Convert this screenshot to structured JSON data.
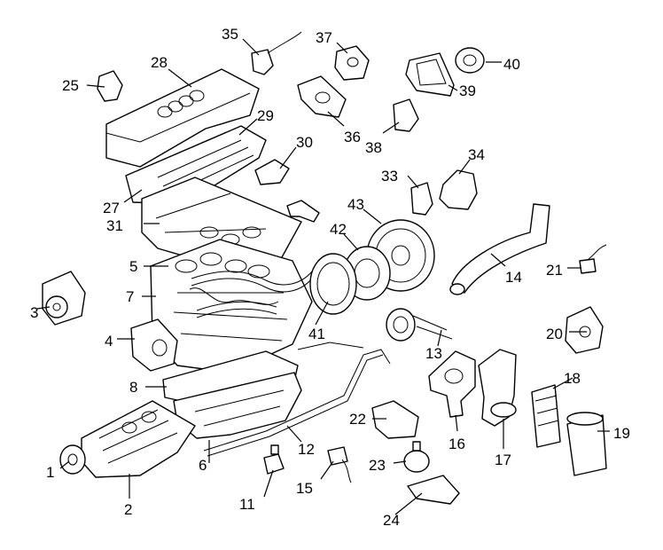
{
  "diagram": {
    "labels": {
      "l1": "1",
      "l2": "2",
      "l3": "3",
      "l4": "4",
      "l5": "5",
      "l6": "6",
      "l7": "7",
      "l8": "8",
      "l11": "11",
      "l12": "12",
      "l13": "13",
      "l14": "14",
      "l15": "15",
      "l16": "16",
      "l17": "17",
      "l18": "18",
      "l19": "19",
      "l20": "20",
      "l21": "21",
      "l22": "22",
      "l23": "23",
      "l24": "24",
      "l25": "25",
      "l27": "27",
      "l28": "28",
      "l29": "29",
      "l30": "30",
      "l31": "31",
      "l33": "33",
      "l34": "34",
      "l35": "35",
      "l36": "36",
      "l37": "37",
      "l38": "38",
      "l39": "39",
      "l40": "40",
      "l41": "41",
      "l42": "42",
      "l43": "43"
    }
  }
}
